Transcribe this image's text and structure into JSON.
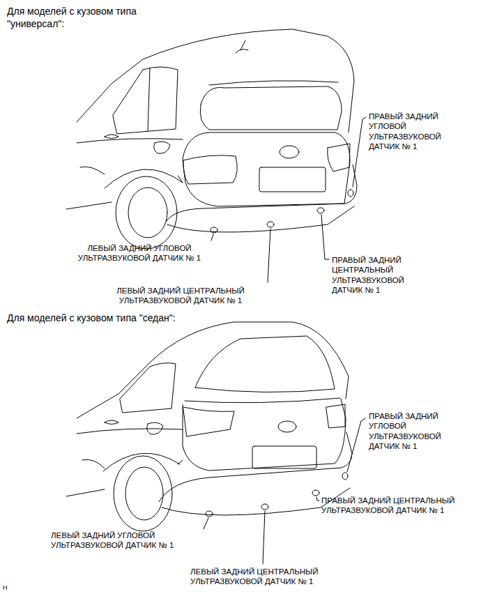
{
  "diagram": {
    "labels": [
      "Для моделей с кузовом типа \"универсал\":",
      "ПРАВЫЙ ЗАДНИЙ УГЛОВОЙ УЛЬТРАЗВУКОВОЙ ДАТЧИК № 1",
      "ЛЕВЫЙ ЗАДНИЙ УГЛОВОЙ УЛЬТРАЗВУКОВОЙ ДАТЧИК № 1",
      "ПРАВЫЙ ЗАДНИЙ ЦЕНТРАЛЬНЫЙ УЛЬТРАЗВУКОВОЙ ДАТЧИК № 1",
      "ЛЕВЫЙ ЗАДНИЙ ЦЕНТРАЛЬНЫЙ УЛЬТРАЗВУКОВОЙ ДАТЧИК № 1",
      "Для моделей с кузовом типа \"седан\":",
      "ПРАВЫЙ ЗАДНИЙ УГЛОВОЙ УЛЬТРАЗВУКОВОЙ ДАТЧИК № 1",
      "ПРАВЫЙ ЗАДНИЙ ЦЕНТРАЛЬНЫЙ УЛЬТРАЗВУКОВОЙ ДАТЧИК № 1",
      "ЛЕВЫЙ ЗАДНИЙ УГЛОВОЙ УЛЬТРАЗВУКОВОЙ ДАТЧИК № 1",
      "ЛЕВЫЙ ЗАДНИЙ ЦЕНТРАЛЬНЫЙ УЛЬТРАЗВУКОВОЙ ДАТЧИК № 1",
      "H"
    ]
  }
}
